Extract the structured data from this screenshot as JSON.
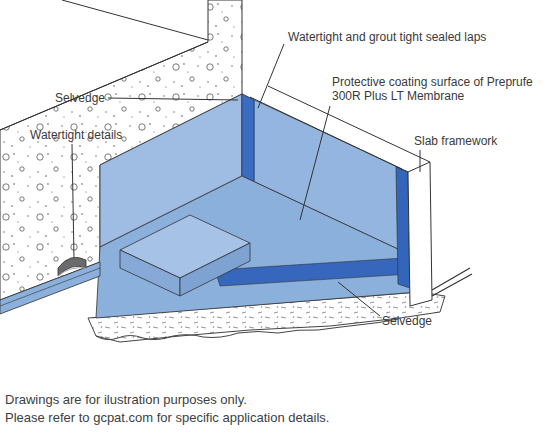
{
  "diagram": {
    "labels": [
      "Selvedge",
      "Watertight details",
      "Watertight and grout tight sealed laps",
      "Protective coating surface of Preprufe 300R Plus LT Membrane",
      "Slab framework",
      "Selvedge",
      "Drawings are for ilustration purposes only.",
      "Please refer to gcpat.com for specific application details."
    ]
  }
}
